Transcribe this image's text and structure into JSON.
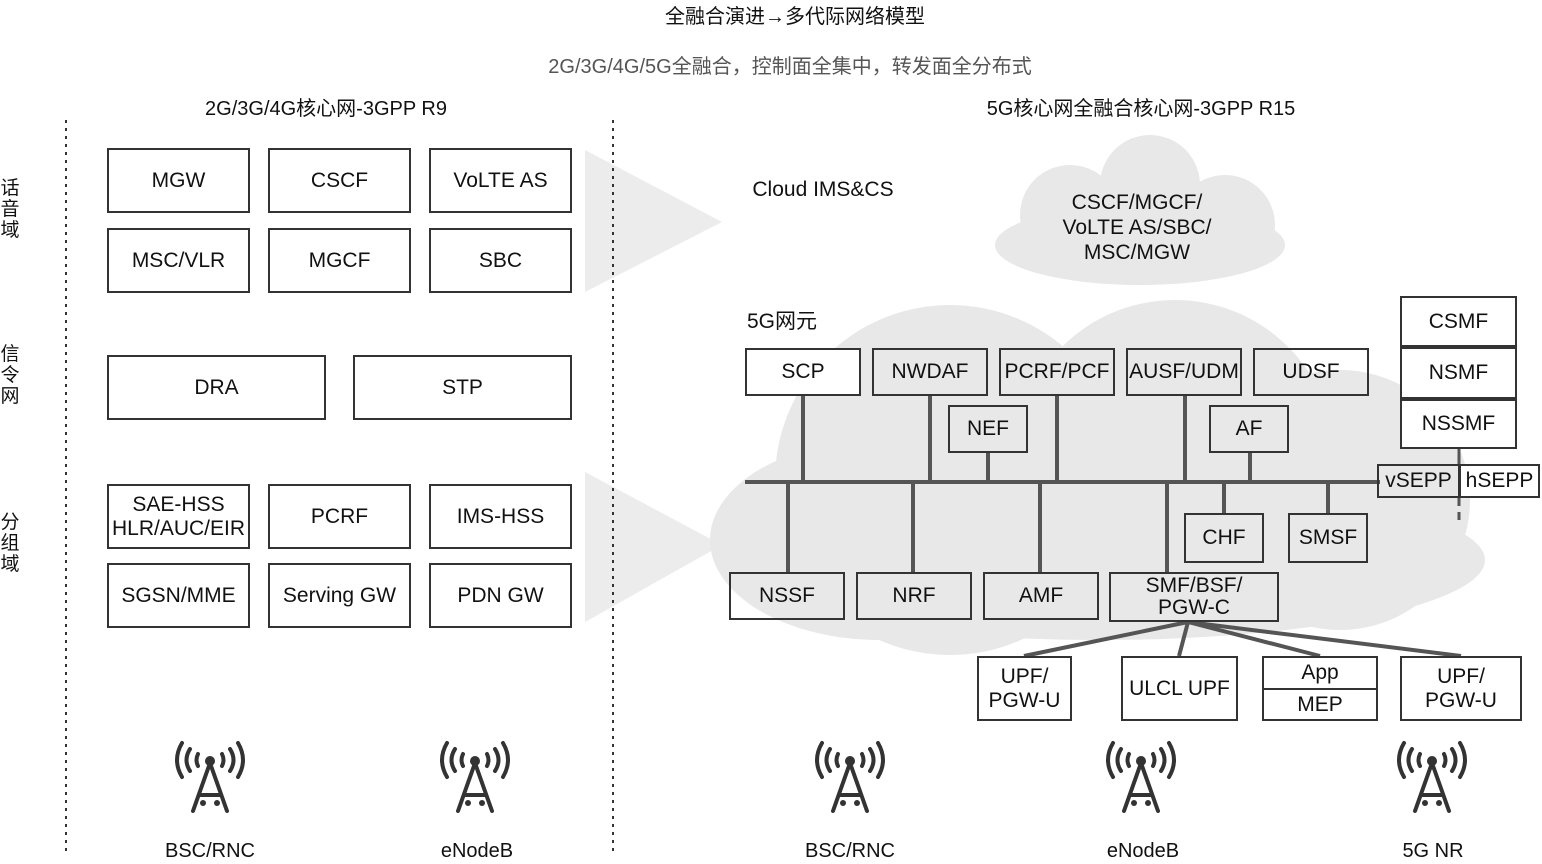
{
  "title": "全融合演进→多代际网络模型",
  "subtitle": "2G/3G/4G/5G全融合，控制面全集中，转发面全分布式",
  "left": {
    "heading": "2G/3G/4G核心网-3GPP R9",
    "side_labels": [
      "话音域",
      "信令网",
      "分组域"
    ],
    "voice": [
      "MGW",
      "CSCF",
      "VoLTE AS",
      "MSC/VLR",
      "MGCF",
      "SBC"
    ],
    "signal": [
      "DRA",
      "STP"
    ],
    "packet": [
      "SAE-HSS\nHLR/AUC/EIR",
      "PCRF",
      "IMS-HSS",
      "SGSN/MME",
      "Serving GW",
      "PDN GW"
    ],
    "stations": [
      "BSC/RNC",
      "eNodeB"
    ]
  },
  "right": {
    "heading": "5G核心网全融合核心网-3GPP R15",
    "cloud_ims_label": "Cloud IMS&CS",
    "cloud_ims_content": "CSCF/MGCF/\nVoLTE AS/SBC/\nMSC/MGW",
    "nf_label": "5G网元",
    "top_nfs": [
      "SCP",
      "NWDAF",
      "PCRF/PCF",
      "AUSF/UDM",
      "UDSF"
    ],
    "mid_nfs": [
      "NEF",
      "AF"
    ],
    "below_nfs": [
      "CHF",
      "SMSF"
    ],
    "bottom_nfs": [
      "NSSF",
      "NRF",
      "AMF",
      "SMF/BSF/\nPGW-C"
    ],
    "slicing": [
      "CSMF",
      "NSMF",
      "NSSMF"
    ],
    "sepp": [
      "vSEPP",
      "hSEPP"
    ],
    "user_plane": [
      "UPF/\nPGW-U",
      "ULCL UPF",
      "App",
      "MEP",
      "UPF/\nPGW-U"
    ],
    "stations": [
      "BSC/RNC",
      "eNodeB",
      "5G NR"
    ]
  },
  "colors": {
    "cloud": "#e8e8e8",
    "line": "#555555",
    "arrow": "#ececec"
  }
}
